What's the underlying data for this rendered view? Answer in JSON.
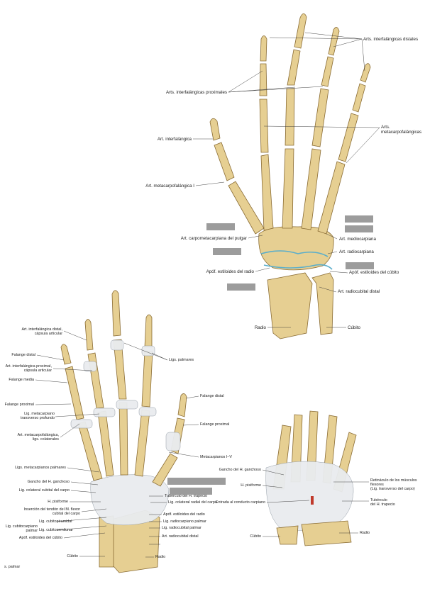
{
  "figure_top": {
    "labels": {
      "distal_ip": "Arts. interfalángicas distales",
      "proximal_ip": "Arts. interfalángicas proximales",
      "mcp": "Arts. metacarpofalángicas",
      "ip": "Art. interfalángica",
      "mcp1": "Art. metacarpofalángica I",
      "cmc_thumb": "Art. carpometacarpiana del pulgar",
      "midcarpal": "Art. mediocarpiana",
      "radiocarpal": "Art. radiocarpiana",
      "styloid_ulna": "Apóf. estiloides del cúbito",
      "styloid_radius": "Apóf. estiloides del radio",
      "distal_radioulnar": "Art. radiocubital distal",
      "radius": "Radio",
      "ulna": "Cúbito"
    }
  },
  "figure_left": {
    "labels": {
      "dip_capsule": "Art. interfalángica distal,\ncápsula articular",
      "distal_phalanx": "Falange distal",
      "pip_capsule": "Art. interfalángica proximal,\ncápsula articular",
      "middle_phalanx": "Falange media",
      "proximal_phalanx": "Falange proximal",
      "deep_transverse": "Lig. metacarpiano\ntransverso profundo",
      "mcp_collateral": "Art. metacarpofalángica,\nligs. colaterales",
      "palmar_metacarpal": "Ligs. metacarpianos palmares",
      "hook_hamate": "Gancho del H. ganchoso",
      "ulnar_collateral": "Lig. colateral cubital del carpo",
      "pisiform": "H. pisiforme",
      "fcu_insertion": "Inserción del tendón del M. flexor\ncubital del carpo",
      "ulnocarpal_group": "Lig. cubitocarpiano\npalmar",
      "ulnolunate": "Lig. cubitosemilunar",
      "ulnotriquetral": "Lig. cubitopiramidal",
      "ulna_styloid": "Apóf. estiloides del cúbito",
      "ulna": "Cúbito",
      "palmar_ligs": "Ligs. palmares",
      "distal_phalanx_r": "Falange distal",
      "proximal_phalanx_r": "Falange proximal",
      "metacarpals": "Metacarpianos I–V",
      "trapezium_tubercle": "Tubérculo del H. trapecio",
      "radial_collateral": "Lig. colateral radial del carpo",
      "radius_styloid": "Apóf. estiloides del radio",
      "palmar_radiocarpal": "Lig. radiocarpiano palmar",
      "palmar_radioulnar": "Lig. radiocubital palmar",
      "distal_radioulnar": "Art. radiocubital distal",
      "radius": "Radio",
      "caption": "s. palmar"
    }
  },
  "figure_right": {
    "labels": {
      "hook_hamate": "Gancho del H. ganchoso",
      "pisiform": "H. pisiforme",
      "carpal_tunnel_entry": "Entrada al conducto carpiano",
      "retinaculum": "Retináculo de los músculos flexores\n(Lig. transverso del carpo)",
      "trapezium_tubercle": "Tubérculo\ndel H. trapecio",
      "ulna": "Cúbito",
      "radius": "Radio"
    }
  },
  "colors": {
    "bone": "#e6cf92",
    "ligament": "#e9ecef",
    "joint_highlight": "#5aaecb",
    "masked_label": "#9c9c9c"
  }
}
